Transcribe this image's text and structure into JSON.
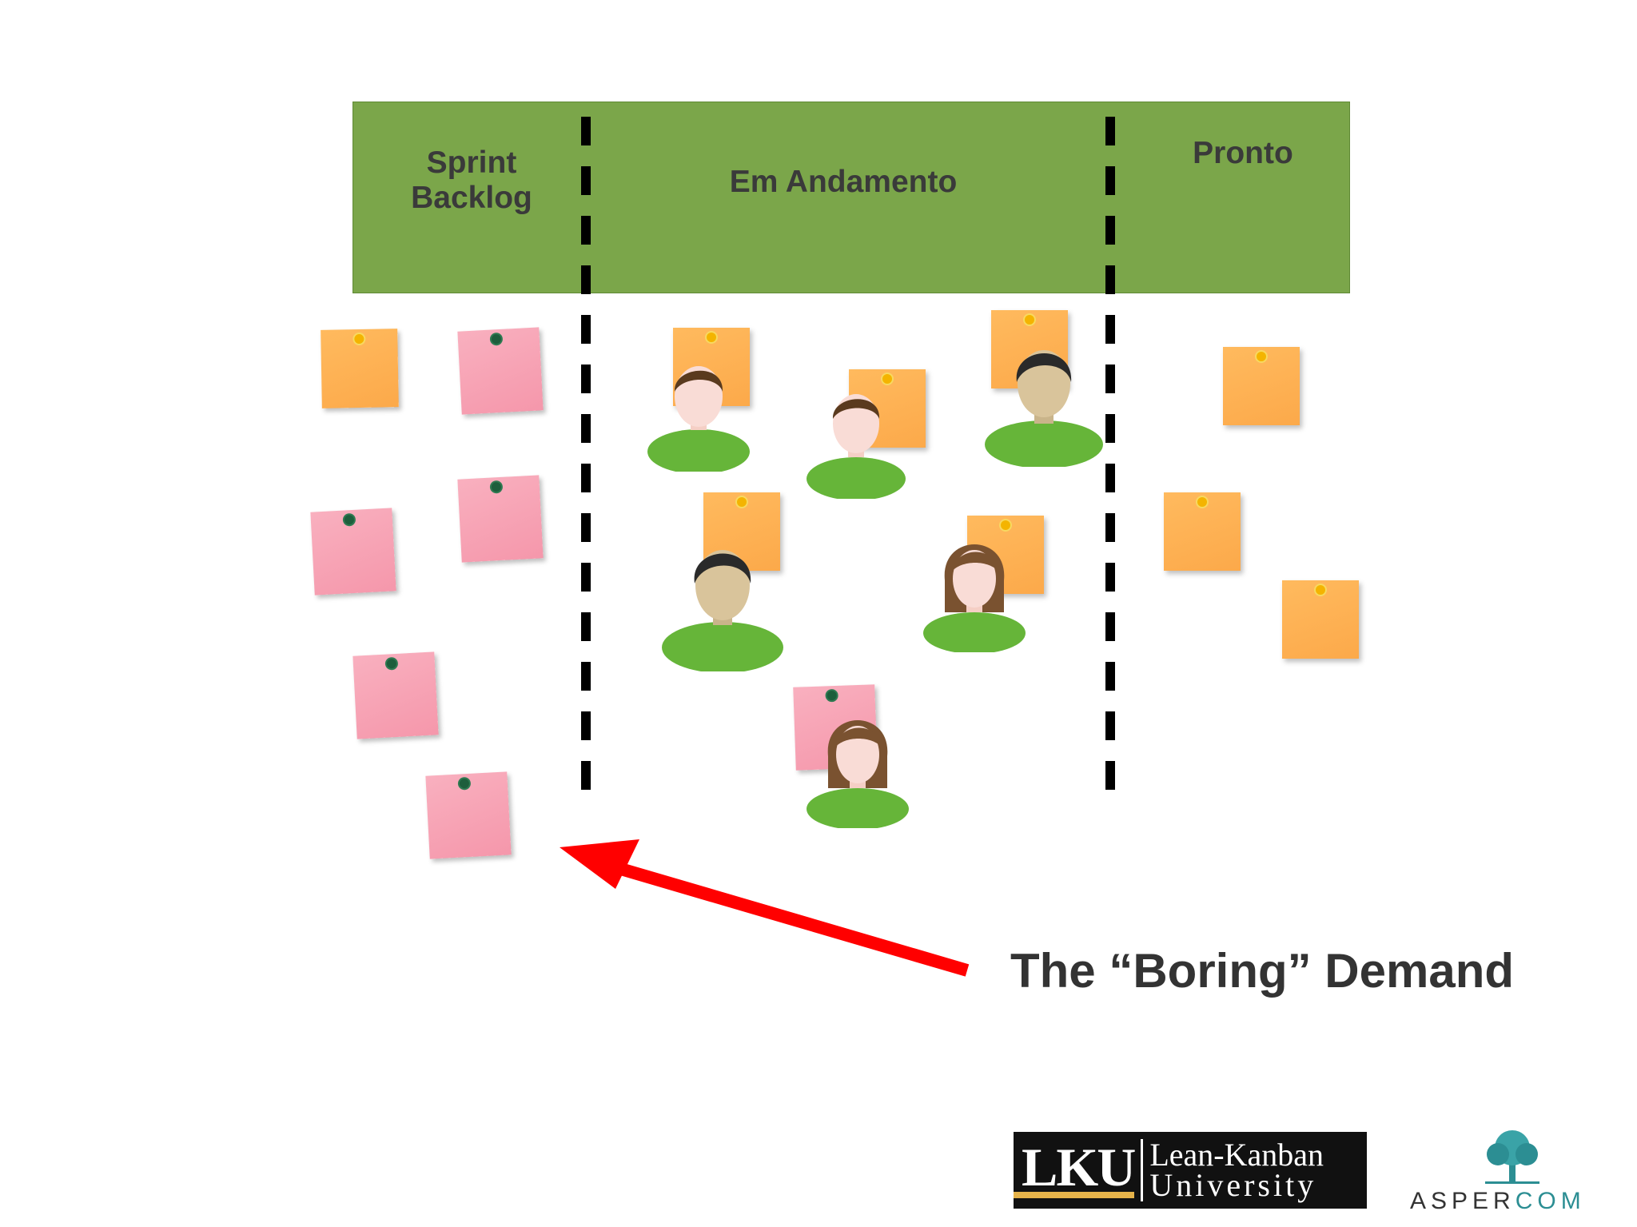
{
  "board": {
    "columns": [
      {
        "title_line1": "Sprint",
        "title_line2": "Backlog"
      },
      {
        "title": "Em Andamento"
      },
      {
        "title": "Pronto"
      }
    ]
  },
  "caption": "The “Boring” Demand",
  "logos": {
    "lku_mark": "LKU",
    "lku_line1": "Lean-Kanban",
    "lku_line2": "University",
    "aspercom_a": "ASPER",
    "aspercom_b": "COM"
  },
  "colors": {
    "header": "#7ba64a",
    "note_orange": "#fcaa4c",
    "note_pink": "#f7a2b5",
    "arrow": "#ff0000",
    "shirt": "#66b539"
  }
}
